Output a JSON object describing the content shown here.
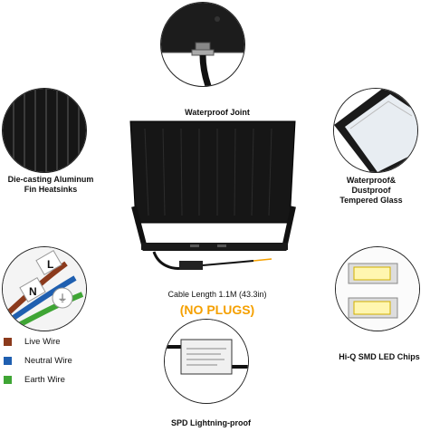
{
  "callouts": {
    "waterproof_joint": "Waterproof Joint",
    "heatsinks_line1": "Die-casting Aluminum",
    "heatsinks_line2": "Fin Heatsinks",
    "glass_line1": "Waterproof&",
    "glass_line2": "Dustproof",
    "glass_line3": "Tempered Glass",
    "led_chips": "Hi-Q SMD LED Chips",
    "spd": "SPD  Lightning-proof"
  },
  "cable": {
    "length": "Cable Length 1.1M (43.3in)",
    "no_plugs": "(NO PLUGS)"
  },
  "wire_legend": [
    {
      "label": "Live Wire",
      "color": "#8b3a1c"
    },
    {
      "label": "Neutral Wire",
      "color": "#1f5fb0"
    },
    {
      "label": "Earth Wire",
      "color": "#3fa535"
    }
  ],
  "wire_tags": {
    "live": "L",
    "neutral": "N"
  },
  "colors": {
    "accent_orange": "#f5a000",
    "outline": "#222222"
  }
}
